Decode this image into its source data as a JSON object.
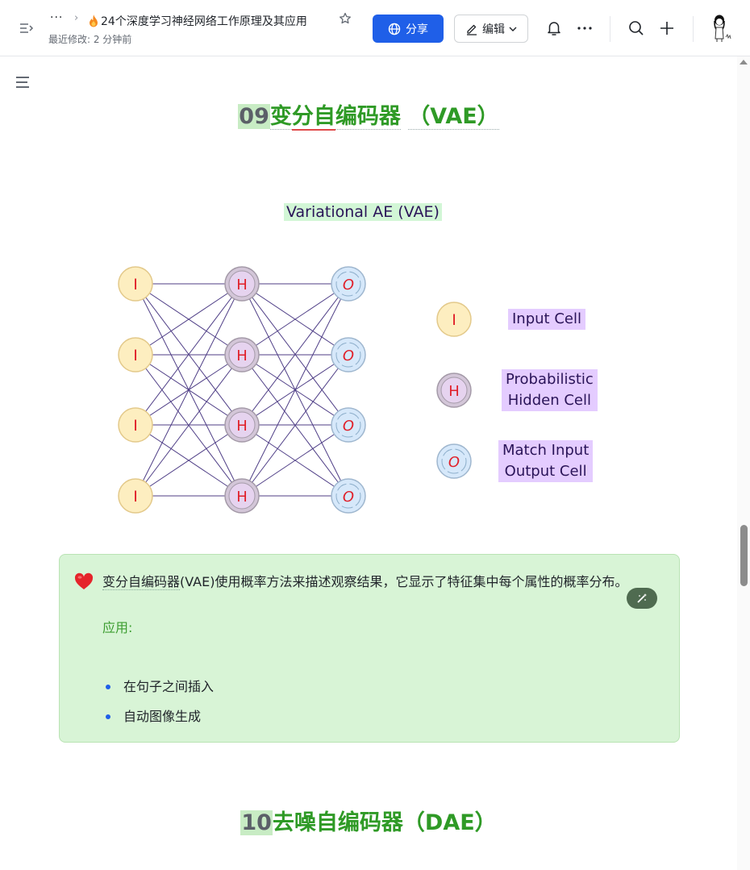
{
  "topbar": {
    "breadcrumb_more": "···",
    "title_emoji": "fire-icon",
    "title": "24个深度学习神经网络工作原理及其应用",
    "subtitle": "最近修改: 2 分钟前",
    "share_label": "分享",
    "edit_label": "编辑",
    "accent_color": "#1f5fe8"
  },
  "sections": [
    {
      "number": "09",
      "title_part1": "变",
      "title_part2": "分自",
      "title_part3": "编码器",
      "title_part4": "（VAE）"
    },
    {
      "number": "10",
      "title": "去噪自编码器（DAE）"
    }
  ],
  "figure": {
    "title": "Variational AE (VAE)",
    "layers": {
      "input": {
        "label": "I",
        "count": 4,
        "fill": "#fdeec0",
        "stroke": "#e3c98a"
      },
      "hidden": {
        "label": "H",
        "count": 4,
        "fill": "#e6d3ef",
        "stroke": "#a49aa8"
      },
      "output": {
        "label": "O",
        "count": 4,
        "fill": "#d6e8fa",
        "stroke": "#9fb7cf"
      }
    },
    "legend": [
      {
        "symbol": "I",
        "label": "Input Cell"
      },
      {
        "symbol": "H",
        "label_line1": "Probabilistic",
        "label_line2": "Hidden Cell"
      },
      {
        "symbol": "O",
        "label_line1": "Match Input",
        "label_line2": "Output Cell"
      }
    ],
    "edge_color": "#3c2a7a",
    "glyph_color": "#e0202a"
  },
  "callout": {
    "text_dotted": "变分自编码器",
    "text_rest": "(VAE)使用概率方法来描述观察结果，它显示了特征集中每个属性的概率分布。",
    "app_label": "应用:",
    "items": [
      "在句子之间插入",
      "自动图像生成"
    ],
    "bg_color": "#d8f4d6"
  }
}
